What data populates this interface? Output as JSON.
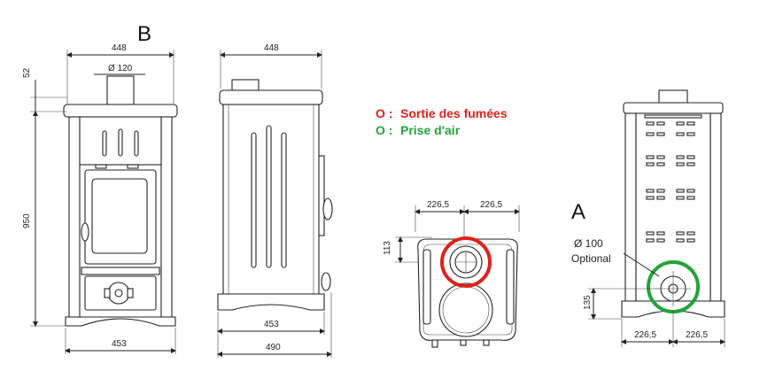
{
  "views": {
    "front": {
      "letter": "B",
      "width_top": "448",
      "flue_diameter": "Ø 120",
      "top_height": "52",
      "height": "950",
      "width_bottom": "453"
    },
    "side": {
      "width_top": "448",
      "base_width": "453",
      "depth": "490"
    },
    "top": {
      "left_half": "226,5",
      "right_half": "226,5",
      "offset": "113"
    },
    "rear": {
      "letter": "A",
      "inlet_diameter": "Ø 100",
      "inlet_note": "Optional",
      "inlet_height": "135",
      "left_half": "226,5",
      "right_half": "226,5"
    }
  },
  "legend": {
    "symbol": "O :",
    "smoke_outlet": "Sortie des fumées",
    "air_inlet": "Prise d'air",
    "smoke_color": "#e0201c",
    "air_color": "#22a33a"
  }
}
